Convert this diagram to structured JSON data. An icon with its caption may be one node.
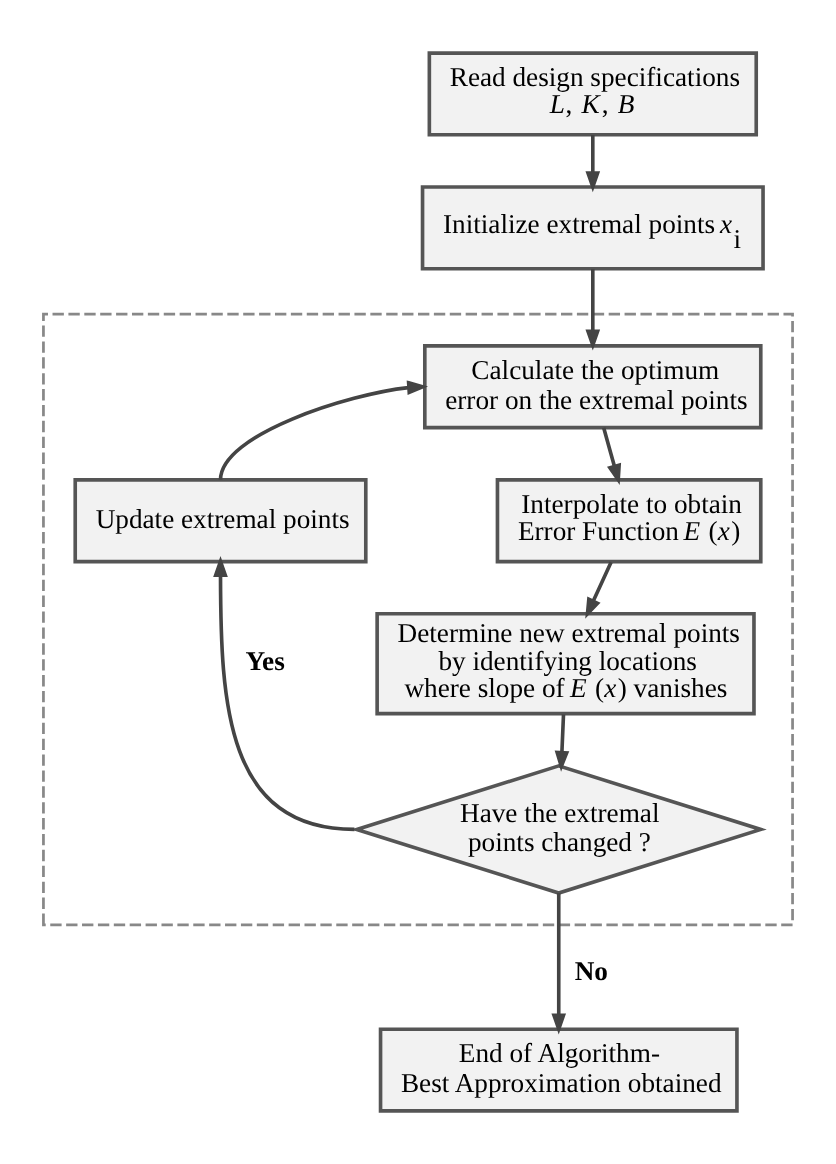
{
  "diagram": {
    "nodes": [
      {
        "text": [
          "Read design specifications *L*, *K*, *B*"
        ]
      },
      {
        "text": [
          "Initialize extremal points *x*$_{i}$"
        ]
      },
      {
        "text": [],
        "shape": "box"
      },
      {
        "text": [
          "Calculate the optimum error on the extremal points"
        ],
        "in": 2
      },
      {
        "text": [
          "Interpolate to obtain Error Function *E* (*x*)"
        ],
        "in": 2
      },
      {
        "text": [
          "Determine new extremal points by identifying locations where slope of *E* (*x*) vanishes"
        ],
        "in": 2
      },
      {
        "text": [
          "Have the extremal points changed ?"
        ],
        "in": 2
      },
      {
        "text": [
          "Update extremal points"
        ],
        "in": 2
      },
      {
        "text": [
          "End of Algorithm- Best Approximation obtained"
        ]
      }
    ],
    "edges": [
      {
        "from": 0,
        "to": 1,
        "arrow": "to"
      },
      {
        "from": 1,
        "to": 3,
        "arrow": "to"
      },
      {
        "from": 3,
        "to": 4,
        "arrow": "to"
      },
      {
        "from": 4,
        "to": 5,
        "arrow": "to"
      },
      {
        "from": 5,
        "to": 6,
        "arrow": "to"
      },
      {
        "from": 6,
        "to": 7,
        "label": "Yes",
        "arrow": "to"
      },
      {
        "from": 7,
        "to": 3,
        "arrow": "to"
      },
      {
        "from": 6,
        "to": 8,
        "label": "No",
        "arrow": "to"
      }
    ]
  }
}
